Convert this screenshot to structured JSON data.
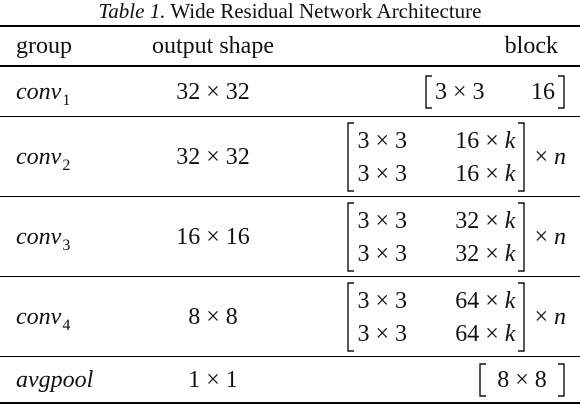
{
  "caption": {
    "label": "Table 1.",
    "title": "Wide Residual Network Architecture"
  },
  "header": {
    "group": "group",
    "output_shape": "output shape",
    "block": "block"
  },
  "rows": [
    {
      "group": "conv",
      "sub": "1",
      "shape": "32 × 32",
      "block": [
        [
          "3 × 3",
          "16"
        ]
      ],
      "times": ""
    },
    {
      "group": "conv",
      "sub": "2",
      "shape": "32 × 32",
      "block": [
        [
          "3 × 3",
          "16 × k"
        ],
        [
          "3 × 3",
          "16 × k"
        ]
      ],
      "times": "× n"
    },
    {
      "group": "conv",
      "sub": "3",
      "shape": "16 × 16",
      "block": [
        [
          "3 × 3",
          "32 × k"
        ],
        [
          "3 × 3",
          "32 × k"
        ]
      ],
      "times": "× n"
    },
    {
      "group": "conv",
      "sub": "4",
      "shape": "8 × 8",
      "block": [
        [
          "3 × 3",
          "64 × k"
        ],
        [
          "3 × 3",
          "64 × k"
        ]
      ],
      "times": "× n"
    },
    {
      "group": "avgpool",
      "sub": "",
      "shape": "1 × 1",
      "block": [
        [
          "8 × 8"
        ]
      ],
      "times": ""
    }
  ]
}
